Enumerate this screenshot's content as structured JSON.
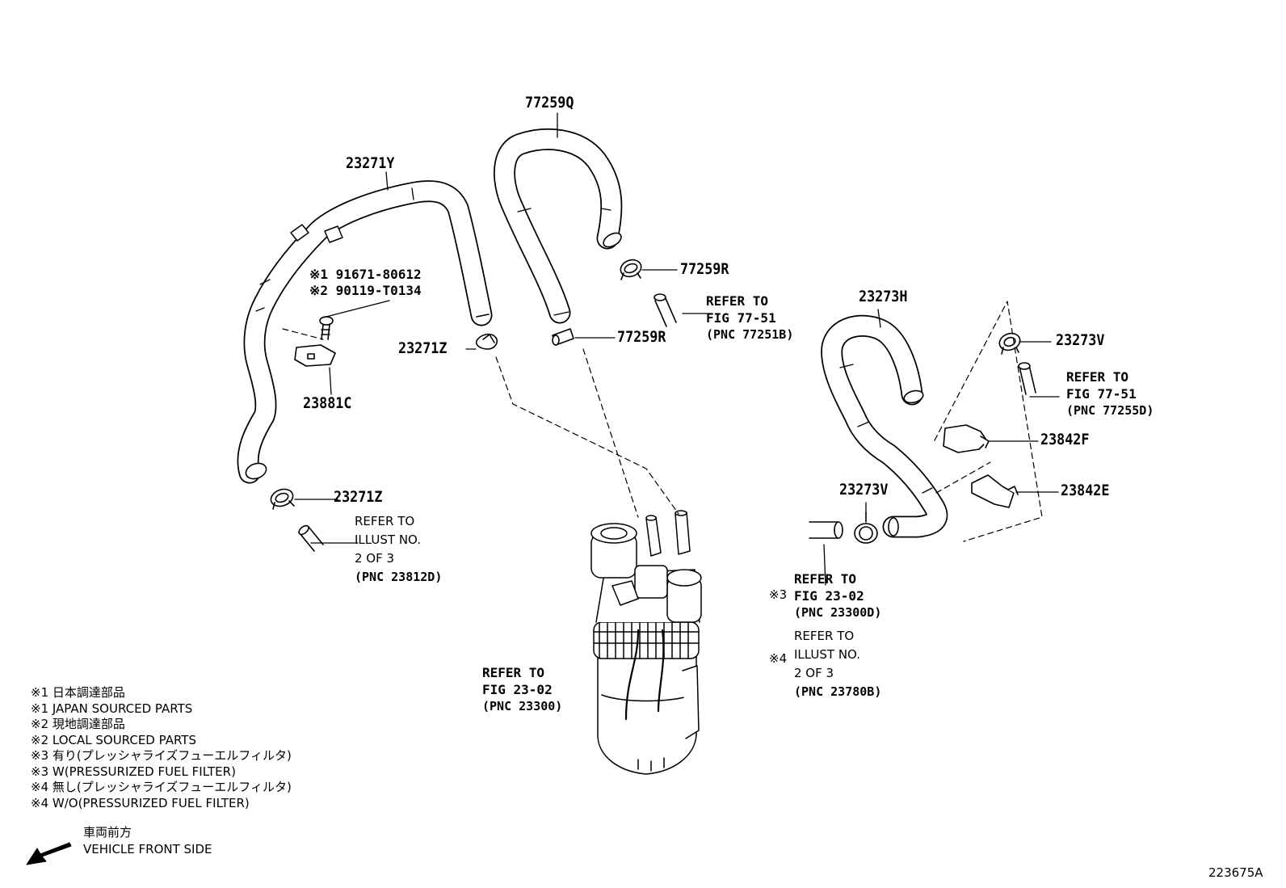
{
  "diagram_id": "223675A",
  "part_numbers": {
    "hose_23271y": "23271Y",
    "hose_77259q": "77259Q",
    "clamp_77259r_upper": "77259R",
    "clamp_77259r_lower": "77259R",
    "clamp_23271z_mid": "23271Z",
    "clamp_23271z_lower": "23271Z",
    "bracket_23881c": "23881C",
    "hose_23273h": "23273H",
    "clamp_23273v_upper": "23273V",
    "clamp_23273v_lower": "23273V",
    "connector_23842f": "23842F",
    "connector_23842e": "23842E"
  },
  "bolt_callouts": {
    "line1": "※1 91671-80612",
    "line2": "※2 90119-T0134"
  },
  "refs": {
    "ref_77251b": [
      "REFER TO",
      "FIG 77-51",
      "(PNC 77251B)"
    ],
    "ref_77255d": [
      "REFER TO",
      "FIG 77-51",
      "(PNC 77255D)"
    ],
    "ref_23812d": [
      "REFER TO",
      "ILLUST NO.",
      "2 OF 3",
      "(PNC 23812D)"
    ],
    "ref_23300": [
      "REFER TO",
      "FIG 23-02",
      "(PNC 23300)"
    ],
    "ref_23300d": [
      "REFER TO",
      "FIG 23-02",
      "(PNC 23300D)"
    ],
    "ref_23780b": [
      "REFER TO",
      "ILLUST NO.",
      "2 OF 3",
      "(PNC 23780B)"
    ]
  },
  "ref_marks": {
    "mark3": "※3",
    "mark4": "※4"
  },
  "legend": [
    "※1  日本調達部品",
    "※1  JAPAN SOURCED PARTS",
    "※2  現地調達部品",
    "※2  LOCAL SOURCED PARTS",
    "※3  有り(プレッシャライズフューエルフィルタ)",
    "※3  W(PRESSURIZED FUEL FILTER)",
    "※4  無し(プレッシャライズフューエルフィルタ)",
    "※4  W/O(PRESSURIZED FUEL FILTER)"
  ],
  "vehicle_front": {
    "jp": "車両前方",
    "en": "VEHICLE FRONT SIDE"
  }
}
